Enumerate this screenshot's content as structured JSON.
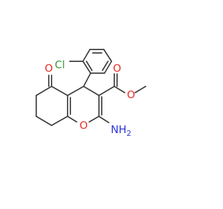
{
  "molecule": {
    "atoms": {
      "chlorine": {
        "symbol": "Cl",
        "color": "#3a9b3a"
      },
      "ketone_oxygen": {
        "symbol": "O",
        "color": "#e8352c"
      },
      "carbonyl_oxygen": {
        "symbol": "O",
        "color": "#e8352c"
      },
      "ester_oxygen": {
        "symbol": "O",
        "color": "#e8352c"
      },
      "ring_oxygen": {
        "symbol": "O",
        "color": "#e8352c"
      },
      "amine": {
        "symbol": "NH",
        "subscript": "2",
        "color": "#2c35d4"
      }
    },
    "bond_color": "#3a3a3a"
  }
}
